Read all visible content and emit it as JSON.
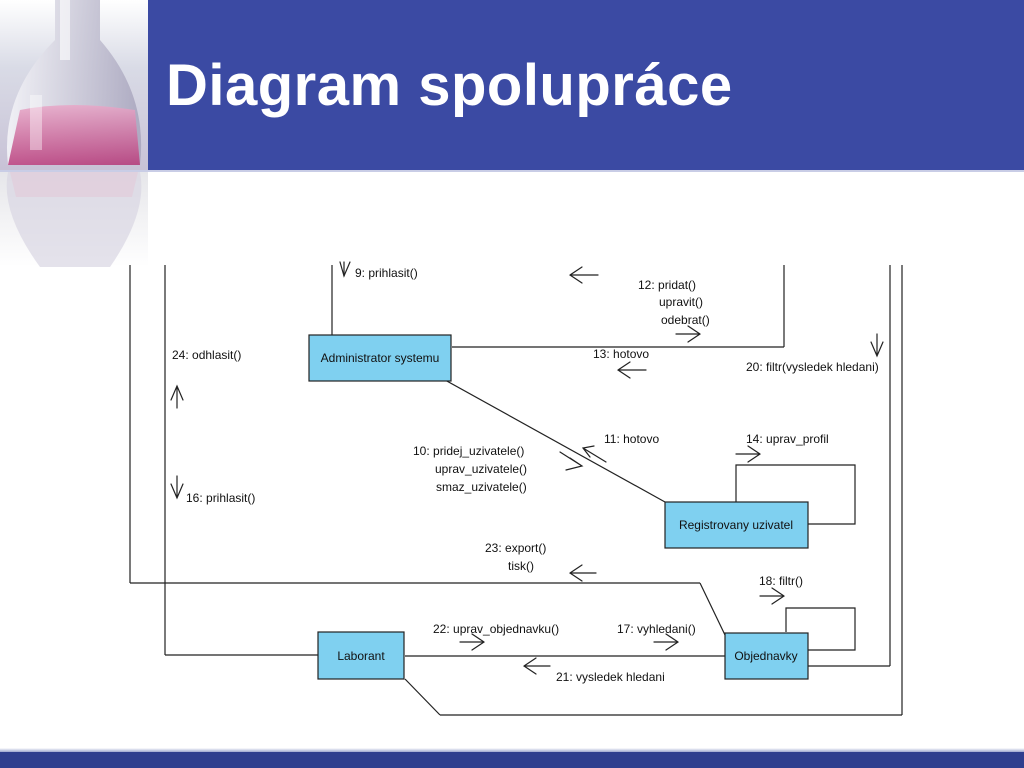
{
  "slide": {
    "title": "Diagram spolupráce",
    "colors": {
      "header": "#3b4aa3",
      "box_fill": "#7fd0f0",
      "line": "#222222"
    }
  },
  "objects": [
    {
      "id": "admin",
      "label": "Administrator systemu"
    },
    {
      "id": "reg",
      "label": "Registrovany uzivatel"
    },
    {
      "id": "lab",
      "label": "Laborant"
    },
    {
      "id": "obj",
      "label": "Objednavky"
    }
  ],
  "messages": [
    {
      "id": "m9",
      "text": "9: prihlasit()"
    },
    {
      "id": "m12a",
      "text": "12: pridat()"
    },
    {
      "id": "m12b",
      "text": "upravit()"
    },
    {
      "id": "m12c",
      "text": "odebrat()"
    },
    {
      "id": "m13",
      "text": "13: hotovo"
    },
    {
      "id": "m20",
      "text": "20: filtr(vysledek hledani)"
    },
    {
      "id": "m24",
      "text": "24: odhlasit()"
    },
    {
      "id": "m10a",
      "text": "10: pridej_uzivatele()"
    },
    {
      "id": "m10b",
      "text": "uprav_uzivatele()"
    },
    {
      "id": "m10c",
      "text": "smaz_uzivatele()"
    },
    {
      "id": "m11",
      "text": "11: hotovo"
    },
    {
      "id": "m14",
      "text": "14: uprav_profil"
    },
    {
      "id": "m16",
      "text": "16: prihlasit()"
    },
    {
      "id": "m23a",
      "text": "23: export()"
    },
    {
      "id": "m23b",
      "text": "tisk()"
    },
    {
      "id": "m18",
      "text": "18: filtr()"
    },
    {
      "id": "m22",
      "text": "22: uprav_objednavku()"
    },
    {
      "id": "m17",
      "text": "17: vyhledani()"
    },
    {
      "id": "m21",
      "text": "21: vysledek hledani"
    }
  ]
}
